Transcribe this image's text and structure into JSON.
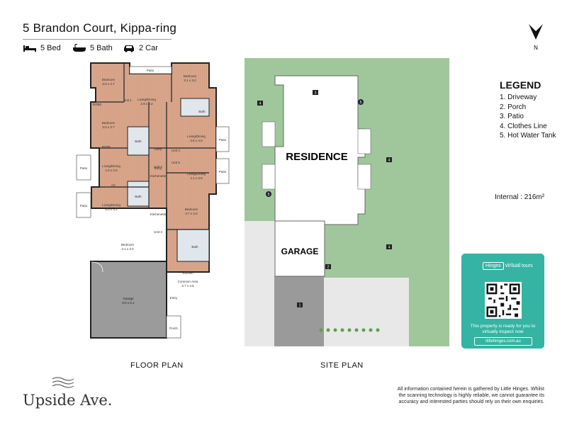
{
  "property": {
    "title": "5 Brandon Court, Kippa-ring",
    "beds": "5 Bed",
    "baths": "5 Bath",
    "cars": "2 Car"
  },
  "floor_plan": {
    "label": "FLOOR PLAN",
    "rooms": [
      {
        "name": "Bedroom",
        "dims": "3.0 x 3.7"
      },
      {
        "name": "Bedroom",
        "dims": "3.1 x 3.0"
      },
      {
        "name": "Living/Dining",
        "dims": "2.9 x 5.2"
      },
      {
        "name": "Bedroom",
        "dims": "3.0 x 3.7"
      },
      {
        "name": "Living/Dining",
        "dims": "3.5 x 4.9"
      },
      {
        "name": "Living/Dining",
        "dims": "4.0 x 3.0"
      },
      {
        "name": "Living/Dining",
        "dims": "4.1 x 3.9"
      },
      {
        "name": "Living/Dining",
        "dims": "5.0 x 5.2"
      },
      {
        "name": "Bedroom",
        "dims": "3.7 x 3.0"
      },
      {
        "name": "Bedroom",
        "dims": "3.1 x 3.0"
      },
      {
        "name": "Common Area",
        "dims": "3.7 x 4.5"
      },
      {
        "name": "Garage",
        "dims": "6.0 x 6.1"
      }
    ],
    "small": {
      "patio": "Patio",
      "robe": "ROBE",
      "bath": "Bath",
      "entry": "Entry",
      "kitchenette": "Kitchenette",
      "kitchen": "Kitchen",
      "porch": "Porch",
      "cupd": "CUP'D",
      "ac": "AC",
      "unit1": "Unit 1",
      "unit2": "Unit 2",
      "unit3": "Unit 3",
      "unit4": "Unit 4",
      "unit5": "Unit 5"
    }
  },
  "site_plan": {
    "label": "SITE PLAN",
    "residence": "RESIDENCE",
    "garage": "GARAGE",
    "markers": [
      "1",
      "2",
      "3",
      "4",
      "5"
    ],
    "north": "N"
  },
  "legend": {
    "title": "LEGEND",
    "items": [
      "1. Driveway",
      "2. Porch",
      "3. Patio",
      "4. Clothes Line",
      "5. Hot Water Tank"
    ]
  },
  "internal_area": "Internal  : 216m²",
  "virtual_tours": {
    "brand": "Hinges",
    "tag_top": "virtual",
    "tag_bottom": "tours",
    "message": "This property is ready for you to virtually inspect now",
    "link": "littlehinges.com.au"
  },
  "brand": "Upside Ave.",
  "disclaimer": "All information contained herein is gathered by Little Hinges. Whilst the scanning technology is highly reliable, we cannot guarantee its accuracy and interested parties should rely on their own enquiries.",
  "colors": {
    "floor": "#d8a58a",
    "grass": "#9fc79b",
    "driveway": "#9a9a9a",
    "card": "#35b3a3"
  }
}
